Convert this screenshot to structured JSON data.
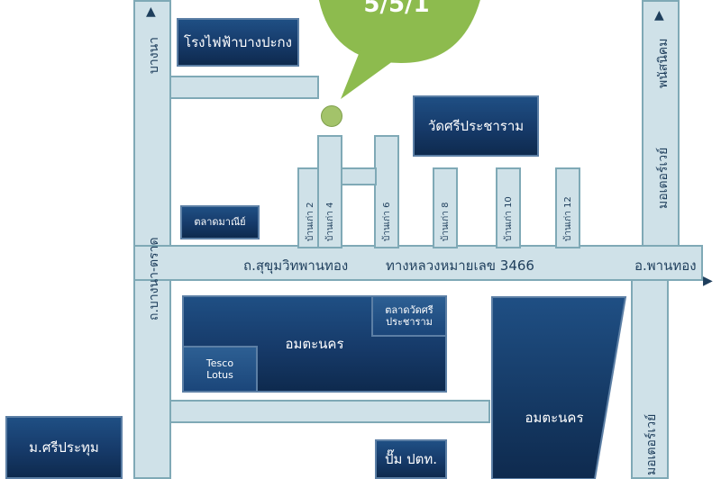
{
  "map": {
    "bubble_text": "5/5/1",
    "roads": {
      "bangna": "บางนา",
      "bangna_trat": "ถ.บางนา-ตราด",
      "phanat": "พนัสนิคม",
      "motorway_top": "มอเตอร์เวย์",
      "motorway_bottom": "มอเตอร์เวย์",
      "sukhumvit": "ถ.สุขุมวิทพานทอง",
      "highway": "ทางหลวงหมายเลข 3466",
      "phanthong": "อ.พานทอง"
    },
    "sois": [
      "บ้านเก่า 2",
      "บ้านเก่า 4",
      "บ้านเก่า 6",
      "บ้านเก่า 8",
      "บ้านเก่า 10",
      "บ้านเก่า 12"
    ],
    "places": {
      "power_plant": "โรงไฟฟ้าบางปะกง",
      "wat_si": "วัดศรีประชาราม",
      "market": "ตลาดมาณีย์",
      "market_wat_line1": "ตลาดวัดศรี",
      "market_wat_line2": "ประชาราม",
      "amata_left": "อมตะนคร",
      "tesco_line1": "Tesco",
      "tesco_line2": "Lotus",
      "amata_right": "อมตะนคร",
      "school": "ม.ศรีประทุม",
      "ptt": "ปั๊ม ปตท."
    },
    "colors": {
      "road_fill": "#cfe1e8",
      "road_border": "#7fa9b6",
      "block_dark": "#163a69",
      "bubble": "#8dbb4e",
      "marker": "#a3c36a"
    }
  }
}
